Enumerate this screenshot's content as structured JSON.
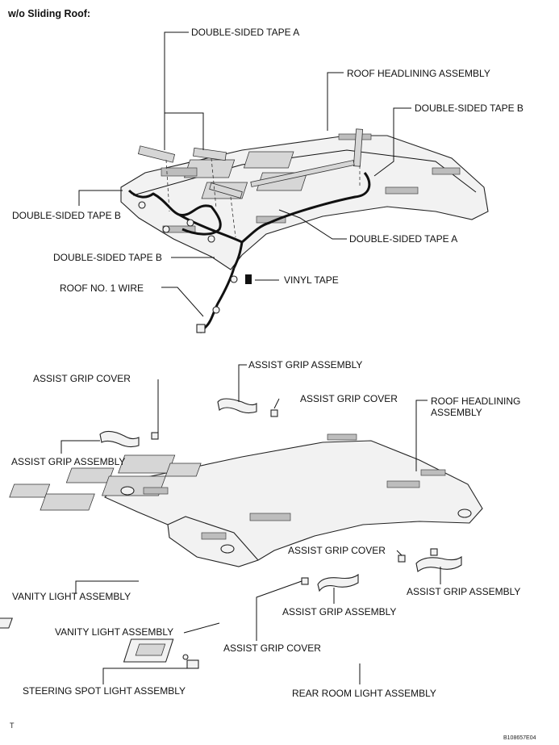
{
  "header": {
    "title": "w/o Sliding Roof:"
  },
  "top": {
    "double_sided_tape_a_top": "DOUBLE-SIDED TAPE A",
    "roof_headlining_assembly": "ROOF HEADLINING ASSEMBLY",
    "double_sided_tape_b_right": "DOUBLE-SIDED TAPE B",
    "double_sided_tape_b_left": "DOUBLE-SIDED TAPE B",
    "double_sided_tape_a_lower": "DOUBLE-SIDED TAPE A",
    "double_sided_tape_b_mid": "DOUBLE-SIDED TAPE B",
    "vinyl_tape": "VINYL TAPE",
    "roof_no1_wire": "ROOF NO. 1 WIRE"
  },
  "bottom": {
    "assist_grip_assembly_top": "ASSIST GRIP ASSEMBLY",
    "assist_grip_cover_top_left": "ASSIST GRIP COVER",
    "assist_grip_cover_top_mid": "ASSIST GRIP COVER",
    "roof_headlining_assembly": "ROOF HEADLINING ASSEMBLY",
    "assist_grip_assembly_left": "ASSIST GRIP ASSEMBLY",
    "assist_grip_cover_right": "ASSIST GRIP COVER",
    "assist_grip_assembly_right": "ASSIST GRIP ASSEMBLY",
    "vanity_light_assembly_1": "VANITY LIGHT ASSEMBLY",
    "assist_grip_assembly_center": "ASSIST GRIP ASSEMBLY",
    "vanity_light_assembly_2": "VANITY LIGHT ASSEMBLY",
    "assist_grip_cover_center": "ASSIST GRIP COVER",
    "steering_spot_light_assembly": "STEERING SPOT LIGHT ASSEMBLY",
    "rear_room_light_assembly": "REAR ROOM LIGHT ASSEMBLY"
  },
  "footer": {
    "corner_mark": "T",
    "figure_code": "B108657E04"
  }
}
